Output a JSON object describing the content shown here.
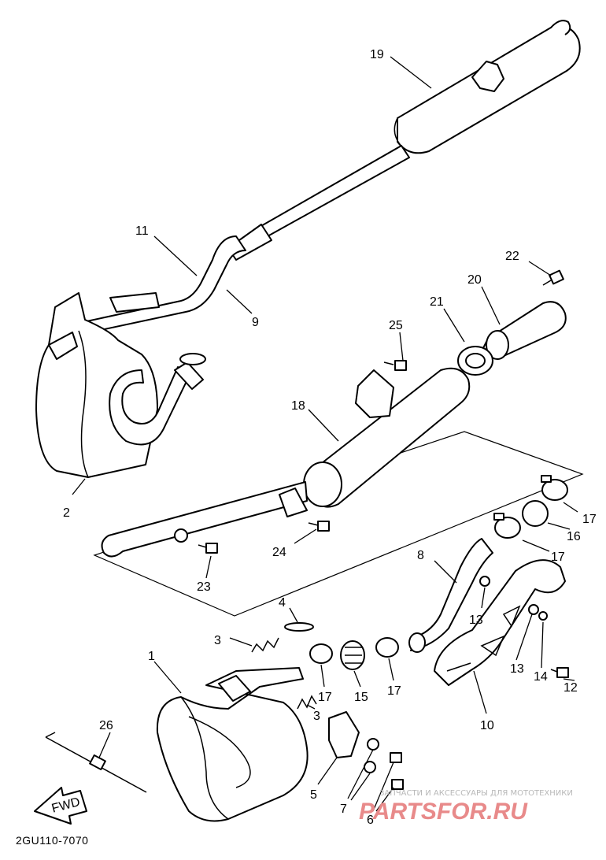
{
  "diagram": {
    "code": "2GU110-7070",
    "fwd_label": "FWD",
    "watermark_text": "ЗАПЧАСТИ И АКСЕССУАРЫ ДЛЯ МОТОТЕХНИКИ",
    "watermark_brand": "PARTSFOR.RU",
    "callouts": [
      {
        "id": "c19",
        "text": "19"
      },
      {
        "id": "c11",
        "text": "11"
      },
      {
        "id": "c9",
        "text": "9"
      },
      {
        "id": "c22",
        "text": "22"
      },
      {
        "id": "c20",
        "text": "20"
      },
      {
        "id": "c21",
        "text": "21"
      },
      {
        "id": "c25",
        "text": "25"
      },
      {
        "id": "c18",
        "text": "18"
      },
      {
        "id": "c2",
        "text": "2"
      },
      {
        "id": "c17a",
        "text": "17"
      },
      {
        "id": "c16",
        "text": "16"
      },
      {
        "id": "c17b",
        "text": "17"
      },
      {
        "id": "c24",
        "text": "24"
      },
      {
        "id": "c23",
        "text": "23"
      },
      {
        "id": "c8",
        "text": "8"
      },
      {
        "id": "c4",
        "text": "4"
      },
      {
        "id": "c3a",
        "text": "3"
      },
      {
        "id": "c13a",
        "text": "13"
      },
      {
        "id": "c1",
        "text": "1"
      },
      {
        "id": "c17c",
        "text": "17"
      },
      {
        "id": "c15",
        "text": "15"
      },
      {
        "id": "c17d",
        "text": "17"
      },
      {
        "id": "c13b",
        "text": "13"
      },
      {
        "id": "c14",
        "text": "14"
      },
      {
        "id": "c12",
        "text": "12"
      },
      {
        "id": "c3b",
        "text": "3"
      },
      {
        "id": "c10",
        "text": "10"
      },
      {
        "id": "c26",
        "text": "26"
      },
      {
        "id": "c5",
        "text": "5"
      },
      {
        "id": "c7",
        "text": "7"
      },
      {
        "id": "c6",
        "text": "6"
      }
    ]
  }
}
